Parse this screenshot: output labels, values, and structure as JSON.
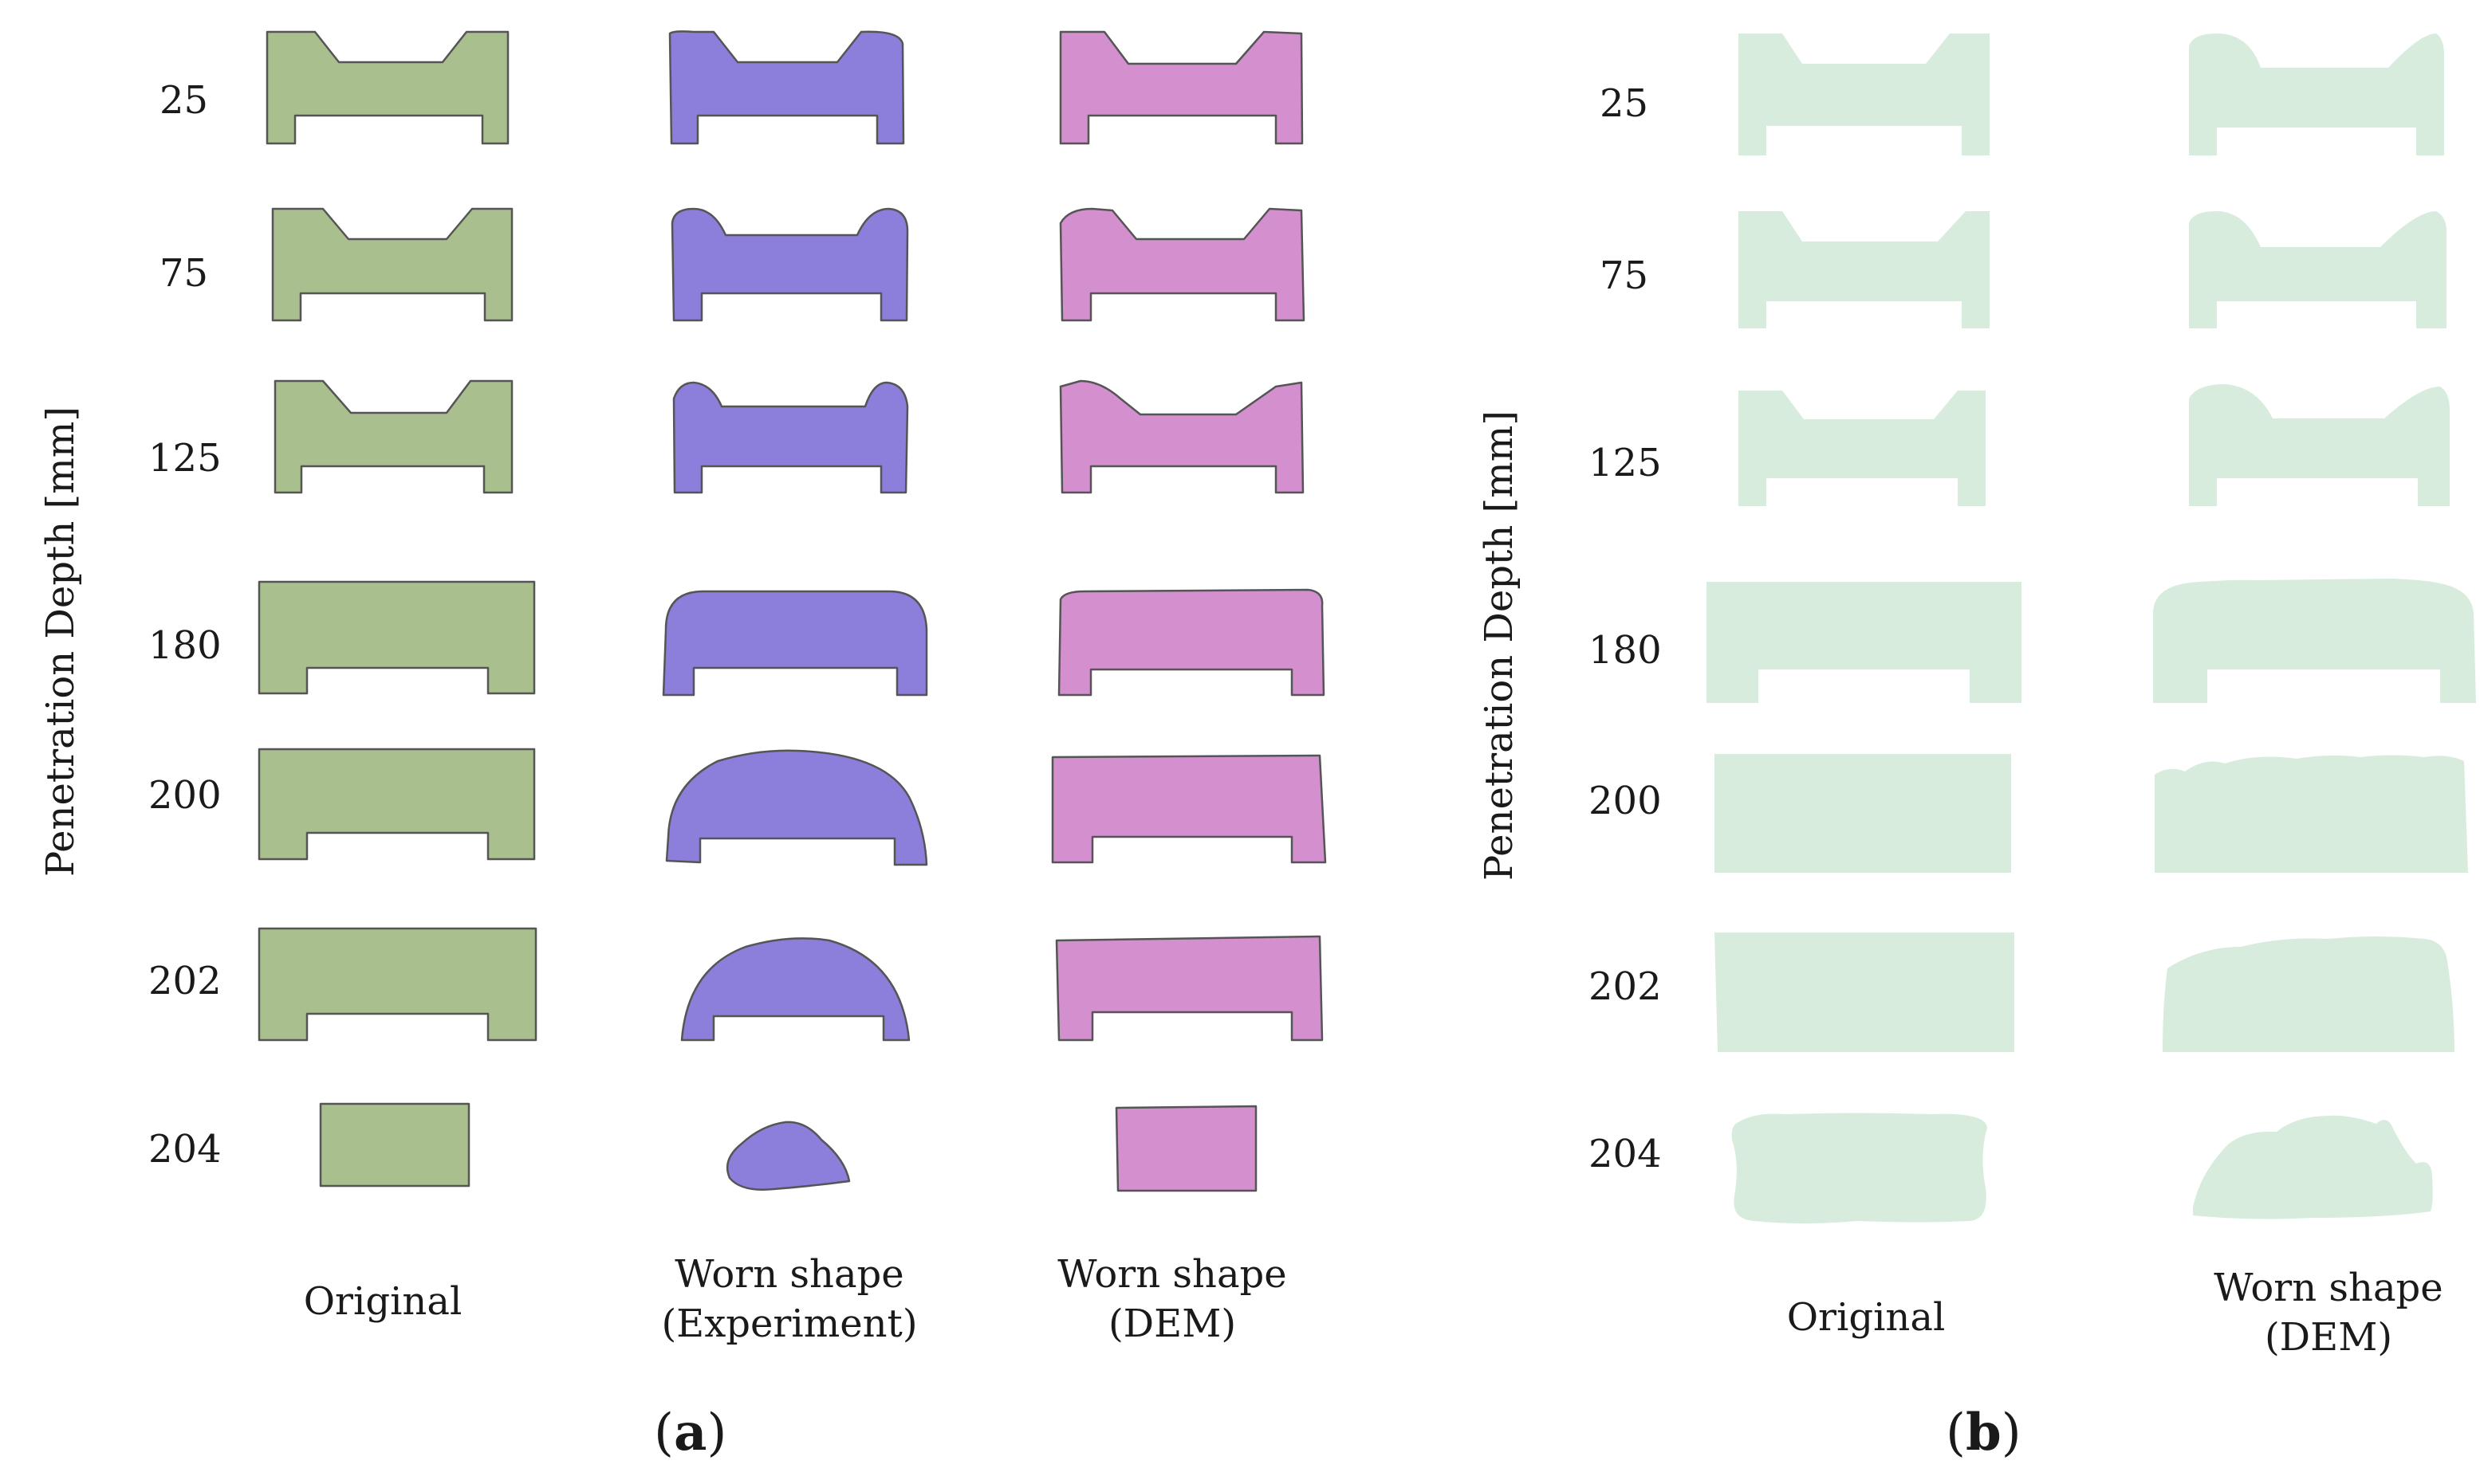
{
  "panel_a": {
    "tag_open": "(",
    "tag_letter": "a",
    "tag_close": ")",
    "y_axis_label": "Penetration Depth [mm]",
    "depths": [
      "25",
      "75",
      "125",
      "180",
      "200",
      "202",
      "204"
    ],
    "columns": [
      {
        "line1": "Original",
        "line2": ""
      },
      {
        "line1": "Worn shape",
        "line2": "(Experiment)"
      },
      {
        "line1": "Worn shape",
        "line2": "(DEM)"
      }
    ]
  },
  "panel_b": {
    "tag_open": "(",
    "tag_letter": "b",
    "tag_close": ")",
    "y_axis_label": "Penetration Depth [mm]",
    "depths": [
      "25",
      "75",
      "125",
      "180",
      "200",
      "202",
      "204"
    ],
    "columns": [
      {
        "line1": "Original",
        "line2": ""
      },
      {
        "line1": "Worn shape",
        "line2": "(DEM)"
      }
    ]
  },
  "colors": {
    "original": "#a9bf8e",
    "experiment": "#8b7fdb",
    "dem": "#d48fcf",
    "panel_b_fill": "#d7ecdd",
    "outline": "#555555"
  }
}
